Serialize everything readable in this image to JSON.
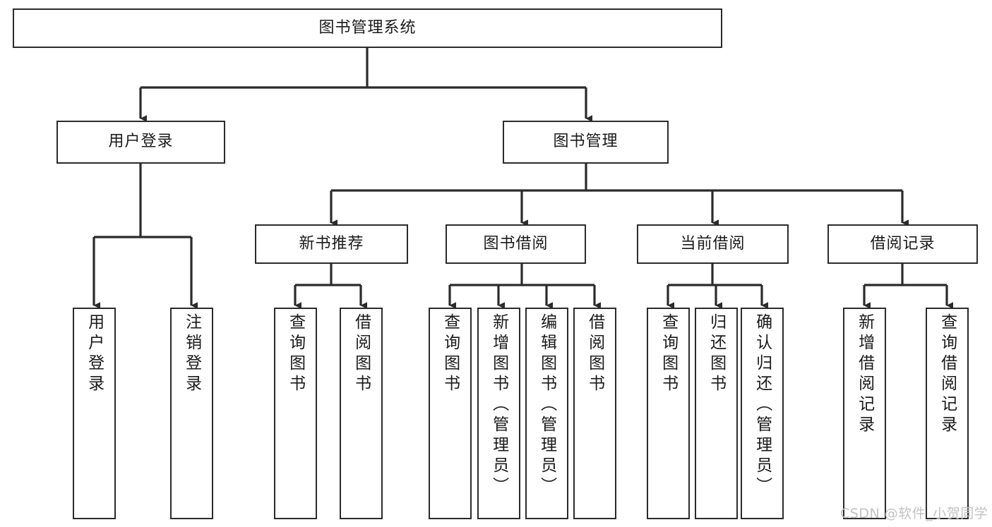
{
  "diagram": {
    "type": "tree-hierarchy-flowchart",
    "title": "图书管理系统",
    "watermark": "CSDN @软件_小贺同学",
    "colors": {
      "box_border": "#2b2b2b",
      "box_fill": "#ffffff",
      "connector": "#2b2b2b",
      "text": "#1a1a1a",
      "watermark": "#c2c2c2"
    },
    "levels": {
      "root": {
        "label": "图书管理系统"
      },
      "level2": [
        {
          "label": "用户登录"
        },
        {
          "label": "图书管理"
        }
      ],
      "level3": [
        {
          "label": "新书推荐"
        },
        {
          "label": "图书借阅"
        },
        {
          "label": "当前借阅"
        },
        {
          "label": "借阅记录"
        }
      ],
      "leaves": [
        {
          "label": "用户登录",
          "parent": "用户登录"
        },
        {
          "label": "注销登录",
          "parent": "用户登录"
        },
        {
          "label": "查询图书",
          "parent": "新书推荐"
        },
        {
          "label": "借阅图书",
          "parent": "新书推荐"
        },
        {
          "label": "查询图书",
          "parent": "图书借阅"
        },
        {
          "label": "新增图书（管理员）",
          "parent": "图书借阅"
        },
        {
          "label": "编辑图书（管理员）",
          "parent": "图书借阅"
        },
        {
          "label": "借阅图书",
          "parent": "图书借阅"
        },
        {
          "label": "查询图书",
          "parent": "当前借阅"
        },
        {
          "label": "归还图书",
          "parent": "当前借阅"
        },
        {
          "label": "确认归还（管理员）",
          "parent": "当前借阅"
        },
        {
          "label": "新增借阅记录",
          "parent": "借阅记录"
        },
        {
          "label": "查询借阅记录",
          "parent": "借阅记录"
        }
      ]
    }
  }
}
